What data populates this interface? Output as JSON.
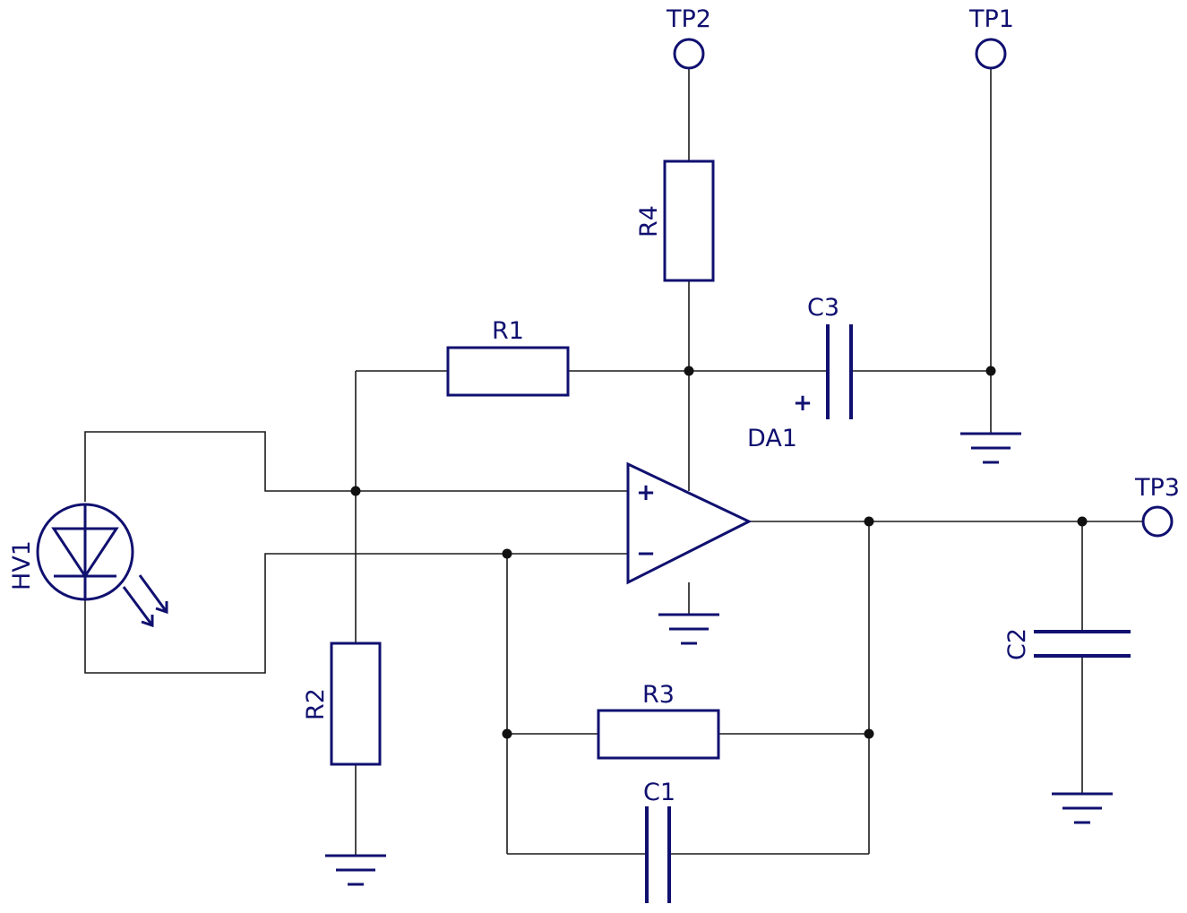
{
  "colors": {
    "component": "#101070",
    "wire": "#1a1a1a",
    "background": "#ffffff"
  },
  "labels": {
    "tp1": "TP1",
    "tp2": "TP2",
    "tp3": "TP3",
    "r1": "R1",
    "r2": "R2",
    "r3": "R3",
    "r4": "R4",
    "c1": "C1",
    "c2": "C2",
    "c3": "C3",
    "da1": "DA1",
    "hv1": "HV1"
  },
  "signs": {
    "opamp_plus": "+",
    "opamp_minus": "−",
    "c3_polarity": "+"
  }
}
